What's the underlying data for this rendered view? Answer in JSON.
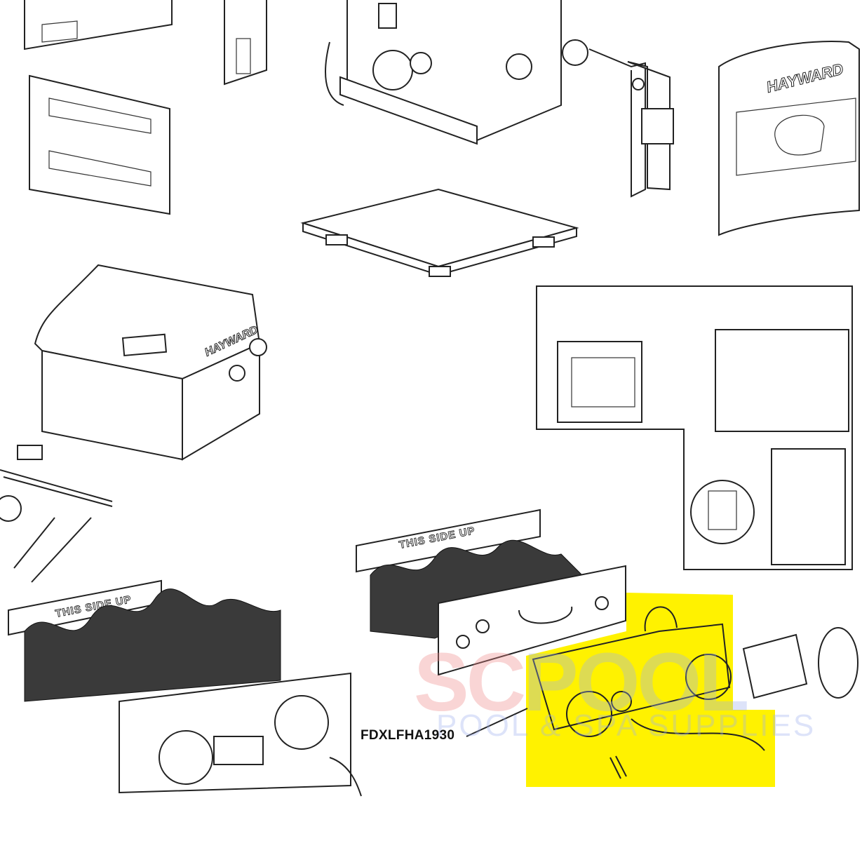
{
  "diagram": {
    "part_callout": "FDXLFHA1930",
    "heat_exchanger_labels": [
      "THIS SIDE UP",
      "THIS SIDE UP"
    ],
    "brand_logos": [
      "HAYWARD",
      "HAYWARD"
    ],
    "highlight_color": "#fff200",
    "watermark": {
      "line1_part1": "SC",
      "line1_part2": "POOL",
      "line2": "POOL & SPA SUPPLIES"
    }
  }
}
